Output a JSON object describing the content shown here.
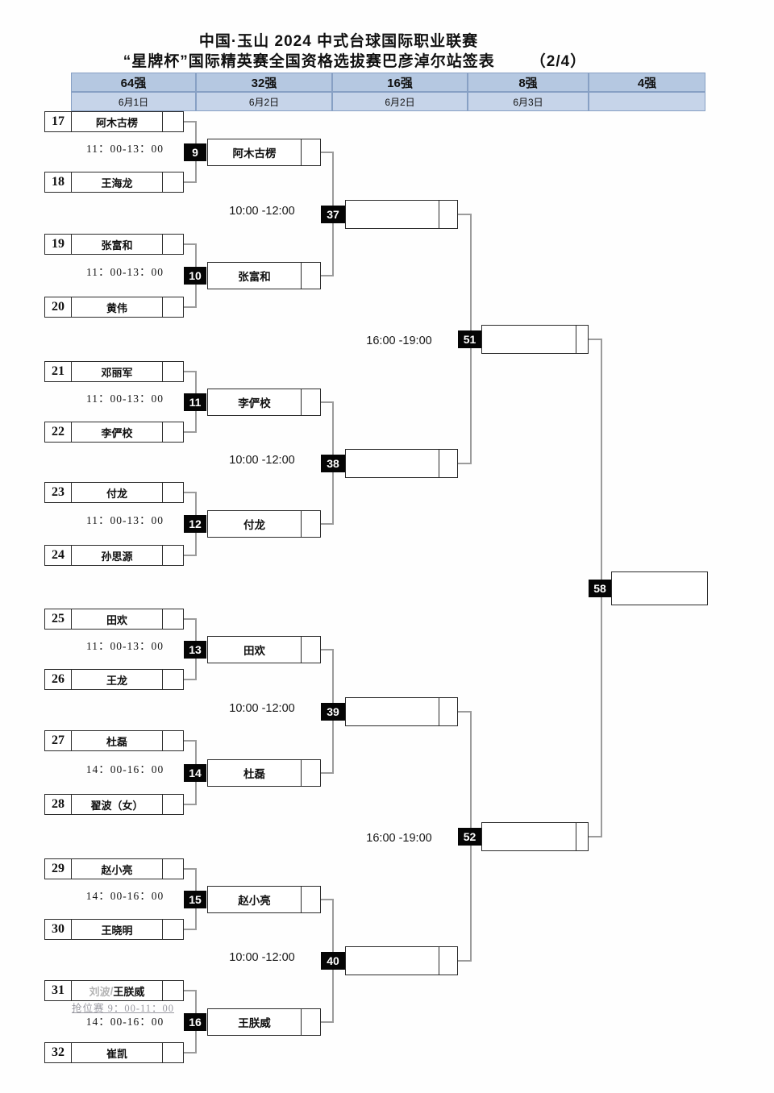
{
  "title": {
    "line1": "中国·玉山 2024 中式台球国际职业联赛",
    "line2": "“星牌杯”国际精英赛全国资格选拔赛巴彦淖尔站签表",
    "page": "（2/4）"
  },
  "header": {
    "cols": [
      {
        "round": "64强",
        "date": "6月1日"
      },
      {
        "round": "32强",
        "date": "6月2日"
      },
      {
        "round": "16强",
        "date": "6月2日"
      },
      {
        "round": "8强",
        "date": "6月3日"
      },
      {
        "round": "4强",
        "date": ""
      }
    ]
  },
  "colors": {
    "header_round_bg": "#b5c8e1",
    "header_date_bg": "#c6d4e9",
    "match_badge_bg": "#050505",
    "match_badge_fg": "#ffffff",
    "box_border": "#2b2b2b",
    "connector": "#9b9b9b",
    "eliminated_gray": "#b4b4b4"
  },
  "players": [
    {
      "seed": "17",
      "name": "阿木古楞"
    },
    {
      "seed": "18",
      "name": "王海龙"
    },
    {
      "seed": "19",
      "name": "张富和"
    },
    {
      "seed": "20",
      "name": "黄伟"
    },
    {
      "seed": "21",
      "name": "邓丽军"
    },
    {
      "seed": "22",
      "name": "李俨校"
    },
    {
      "seed": "23",
      "name": "付龙"
    },
    {
      "seed": "24",
      "name": "孙思源"
    },
    {
      "seed": "25",
      "name": "田欢"
    },
    {
      "seed": "26",
      "name": "王龙"
    },
    {
      "seed": "27",
      "name": "杜磊"
    },
    {
      "seed": "28",
      "name": "翟波（女）"
    },
    {
      "seed": "29",
      "name": "赵小亮"
    },
    {
      "seed": "30",
      "name": "王晓明"
    },
    {
      "seed": "31",
      "alt_name": "刘波",
      "name_sep": "/",
      "name": "王朕威"
    },
    {
      "seed": "32",
      "name": "崔凯"
    }
  ],
  "matches": {
    "r32": [
      {
        "no": "9",
        "time": "11：00-13：00",
        "winner": "阿木古楞"
      },
      {
        "no": "10",
        "time": "11：00-13：00",
        "winner": "张富和"
      },
      {
        "no": "11",
        "time": "11：00-13：00",
        "winner": "李俨校"
      },
      {
        "no": "12",
        "time": "11：00-13：00",
        "winner": "付龙"
      },
      {
        "no": "13",
        "time": "11：00-13：00",
        "winner": "田欢"
      },
      {
        "no": "14",
        "time": "14：00-16：00",
        "winner": "杜磊"
      },
      {
        "no": "15",
        "time": "14：00-16：00",
        "winner": "赵小亮"
      },
      {
        "no": "16",
        "time": "14：00-16：00",
        "winner": "王朕威",
        "pre_note": "抢位赛 9：00-11：00"
      }
    ],
    "r16": [
      {
        "no": "37",
        "time": "10:00 -12:00",
        "winner": ""
      },
      {
        "no": "38",
        "time": "10:00 -12:00",
        "winner": ""
      },
      {
        "no": "39",
        "time": "10:00 -12:00",
        "winner": ""
      },
      {
        "no": "40",
        "time": "10:00 -12:00",
        "winner": ""
      }
    ],
    "r8": [
      {
        "no": "51",
        "time": "16:00 -19:00",
        "winner": ""
      },
      {
        "no": "52",
        "time": "16:00 -19:00",
        "winner": ""
      }
    ],
    "r4": [
      {
        "no": "58",
        "winner": ""
      }
    ]
  }
}
